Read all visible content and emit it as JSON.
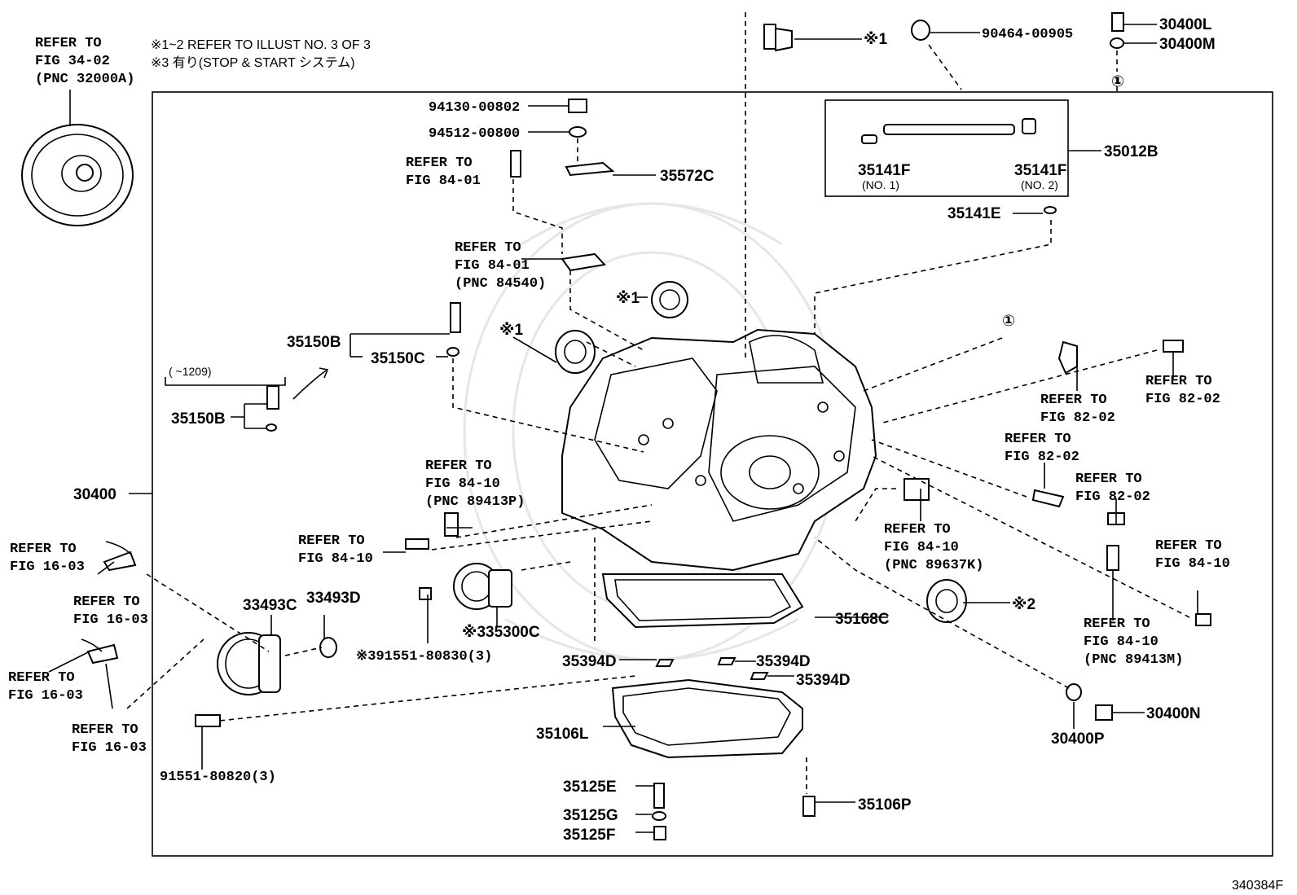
{
  "notes": {
    "note_1": "※1~2 REFER TO ILLUST NO. 3 OF 3",
    "note_2": "※3 有り(STOP & START システム)"
  },
  "range_note": "(      ~1209)",
  "footer_code": "340384F",
  "refs": {
    "tc_1": "REFER TO",
    "tc_2": "FIG 34-02",
    "tc_3": "(PNC 32000A)",
    "r8401a_1": "REFER TO",
    "r8401a_2": "FIG 84-01",
    "r8401b_1": "REFER TO",
    "r8401b_2": "FIG 84-01",
    "r8401b_3": "(PNC 84540)",
    "r8410a_1": "REFER TO",
    "r8410a_2": "FIG 84-10",
    "r8410a_3": "(PNC 89413P)",
    "r8410b_1": "REFER TO",
    "r8410b_2": "FIG 84-10",
    "r8410c_1": "REFER TO",
    "r8410c_2": "FIG 84-10",
    "r8410c_3": "(PNC 89637K)",
    "r8410d_1": "REFER TO",
    "r8410d_2": "FIG 84-10",
    "r8410e_1": "REFER TO",
    "r8410e_2": "FIG 84-10",
    "r8410e_3": "(PNC 89413M)",
    "r8202a_1": "REFER TO",
    "r8202a_2": "FIG 82-02",
    "r8202b_1": "REFER TO",
    "r8202b_2": "FIG 82-02",
    "r8202c_1": "REFER TO",
    "r8202c_2": "FIG 82-02",
    "r8202d_1": "REFER TO",
    "r8202d_2": "FIG 82-02",
    "r1603a_1": "REFER TO",
    "r1603a_2": "FIG 16-03",
    "r1603b_1": "REFER TO",
    "r1603b_2": "FIG 16-03",
    "r1603c_1": "REFER TO",
    "r1603c_2": "FIG 16-03",
    "r1603d_1": "REFER TO",
    "r1603d_2": "FIG 16-03"
  },
  "parts": {
    "p30400": "30400",
    "p30400L": "30400L",
    "p30400M": "30400M",
    "p30400N": "30400N",
    "p30400P": "30400P",
    "p90464": "90464-00905",
    "pX1_top": "※1",
    "pX1_seal": "※1",
    "pX1_seal2": "※1",
    "pX2": "※2",
    "p35012B": "35012B",
    "p35141F_1": "35141F",
    "p35141F_1n": "(NO. 1)",
    "p35141F_2": "35141F",
    "p35141F_2n": "(NO. 2)",
    "p35141E": "35141E",
    "p94130": "94130-00802",
    "p94512": "94512-00800",
    "p35572C": "35572C",
    "p35150B_a": "35150B",
    "p35150C": "35150C",
    "p35150B_b": "35150B",
    "p33493C": "33493C",
    "p33493D": "33493D",
    "p35300C": "※335300C",
    "p391551": "※391551-80830(3)",
    "p91551": "91551-80820(3)",
    "p35168C": "35168C",
    "p35394D_a": "35394D",
    "p35394D_b": "35394D",
    "p35394D_c": "35394D",
    "p35106L": "35106L",
    "p35106P": "35106P",
    "p35125E": "35125E",
    "p35125G": "35125G",
    "p35125F": "35125F",
    "circle_1_a": "①",
    "circle_1_b": "①"
  }
}
